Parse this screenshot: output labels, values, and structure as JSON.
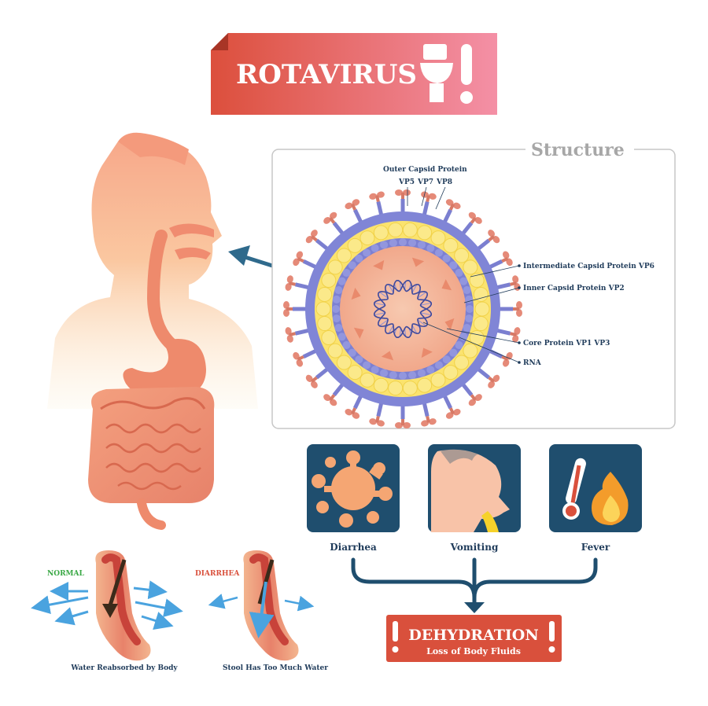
{
  "title": {
    "text": "ROTAVIRUS",
    "bg_left": "#e0523f",
    "bg_right": "#f28a9e",
    "icons": [
      "toilet-icon",
      "exclamation-icon"
    ]
  },
  "structure": {
    "heading": "Structure",
    "labels": {
      "outer_capsid": "Outer Capsid Protein",
      "vp5": "VP5",
      "vp7": "VP7",
      "vp8": "VP8",
      "intermediate": "Intermediate Capsid Protein VP6",
      "inner": "Inner Capsid Protein VP2",
      "core": "Core Protein VP1 VP3",
      "rna": "RNA"
    }
  },
  "symptoms": [
    {
      "label": "Diarrhea",
      "icon": "splash-icon"
    },
    {
      "label": "Vomiting",
      "icon": "vomiting-child-icon"
    },
    {
      "label": "Fever",
      "icon": "thermometer-flame-icon"
    }
  ],
  "dehydration": {
    "title": "DEHYDRATION",
    "subtitle": "Loss of Body Fluids",
    "color": "#d9503c"
  },
  "intestine": {
    "normal": {
      "tag": "NORMAL",
      "caption": "Water Reabsorbed by Body",
      "tag_color": "#3aa845"
    },
    "diarrhea": {
      "tag": "DIARRHEA",
      "caption": "Stool Has Too Much Water",
      "tag_color": "#d9503c"
    }
  },
  "colors": {
    "navy": "#1f4e6e",
    "skin": "#f6a98a",
    "capsid_purple": "#7b7fd0",
    "capsid_yellow": "#f4de52",
    "spike": "#e58a78",
    "water_blue": "#4aa3df"
  }
}
